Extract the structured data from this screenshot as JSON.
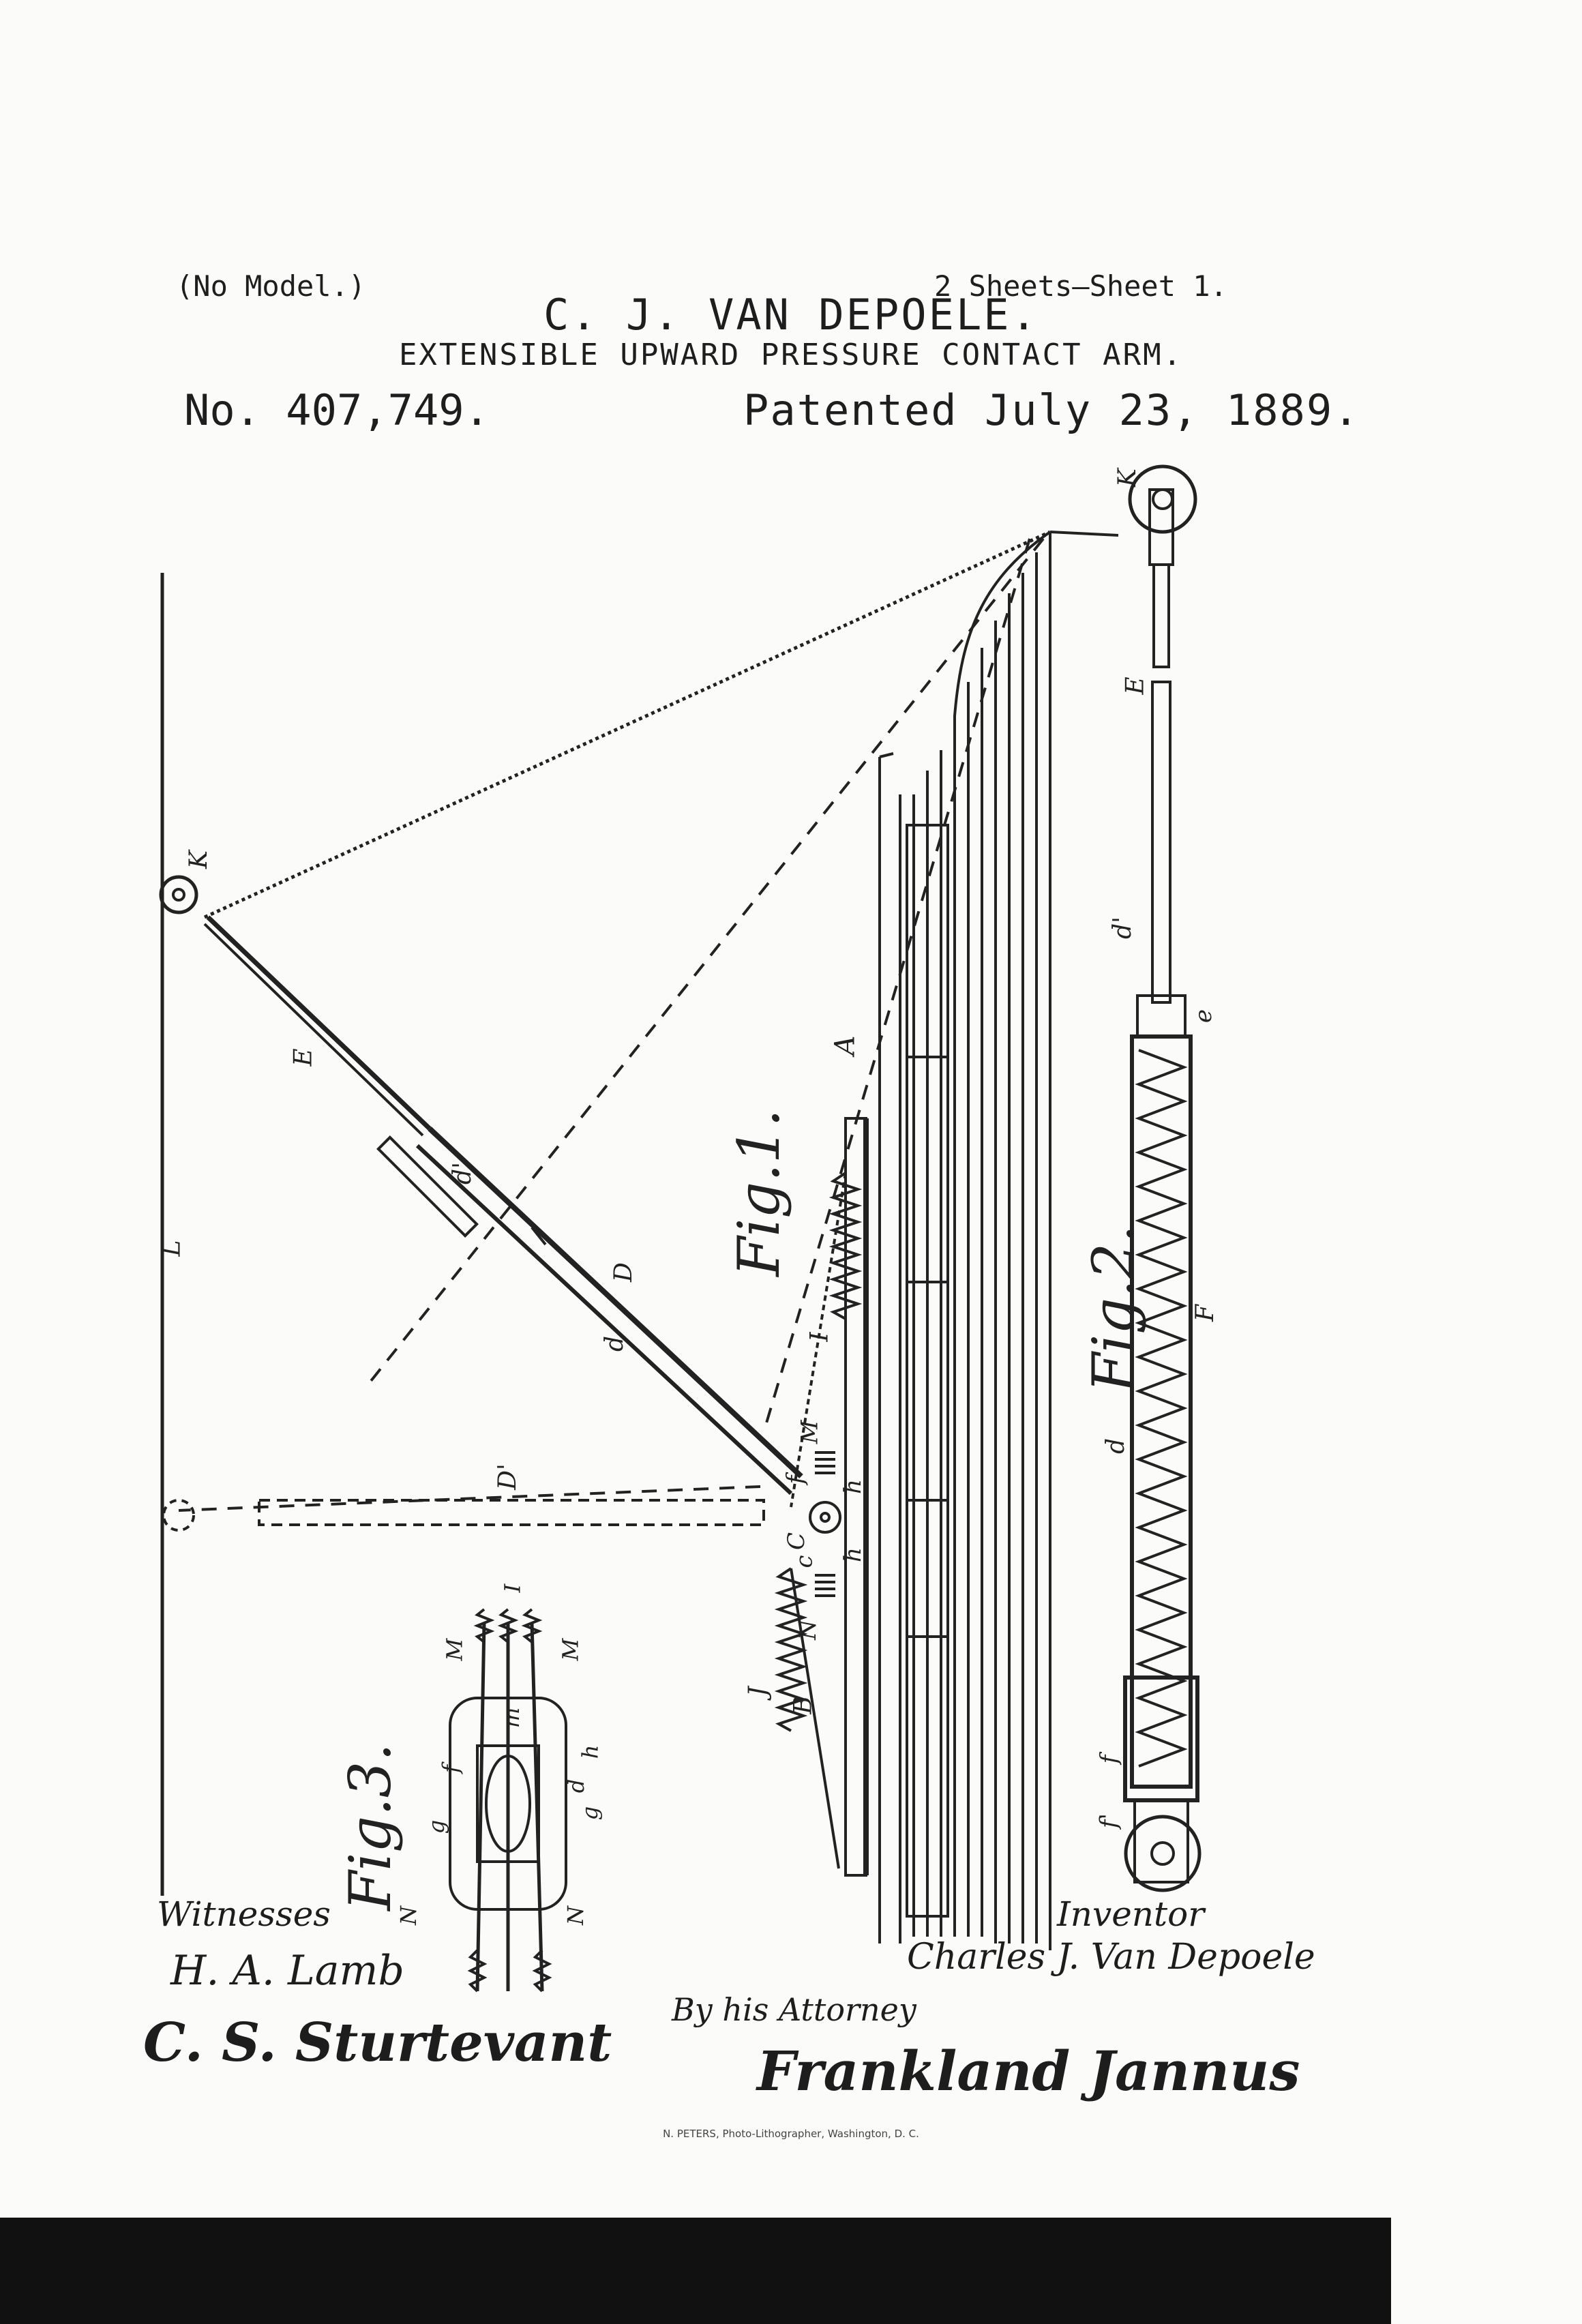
{
  "header": {
    "no_model": "(No Model.)",
    "sheets": "2 Sheets—Sheet 1.",
    "inventor": "C. J. VAN DEPOELE.",
    "title": "EXTENSIBLE UPWARD PRESSURE CONTACT ARM.",
    "patent_no": "No. 407,749.",
    "patent_date": "Patented July 23, 1889."
  },
  "figures": {
    "fig1": "Fig.1.",
    "fig2": "Fig.2.",
    "fig3": "Fig.3."
  },
  "labels": {
    "K": "K",
    "E": "E",
    "L": "L",
    "d_prime": "d'",
    "D": "D",
    "d": "d",
    "A": "A",
    "I": "I",
    "M": "M",
    "f": "f",
    "h": "h",
    "C": "C",
    "c": "c",
    "N": "N",
    "B": "B",
    "J": "J",
    "F": "F",
    "e": "e",
    "f_prime": "f'",
    "g": "g",
    "m": "m",
    "D_prime": "D'"
  },
  "signatures": {
    "witnesses_label": "Witnesses",
    "witness1": "H. A. Lamb",
    "witness2": "C. S. Sturtevant",
    "inventor_label": "Inventor",
    "inventor_name": "Charles J. Van Depoele",
    "attorney_label": "By his Attorney",
    "attorney_name": "Frankland Jannus"
  },
  "footer": {
    "lithographer": "N. PETERS, Photo-Lithographer, Washington, D. C."
  }
}
